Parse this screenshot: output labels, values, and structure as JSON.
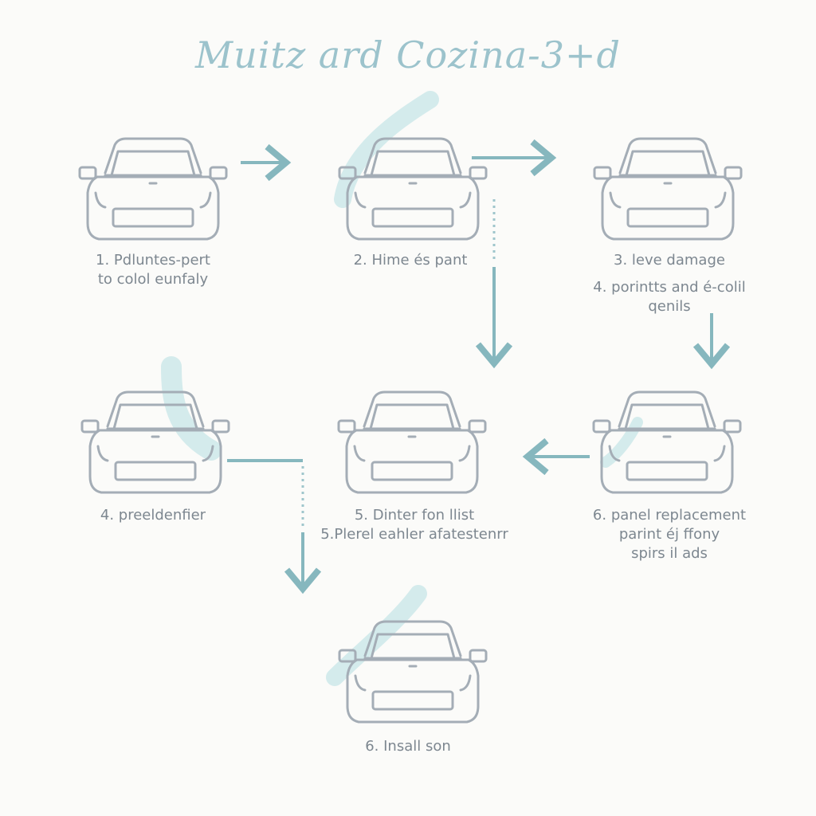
{
  "title": "Muitz ard Cozina-3+d",
  "steps": [
    {
      "line1": "1. Pdluntes-pert",
      "line2": "to colol eunfaly"
    },
    {
      "line1": "2. Hime és pant"
    },
    {
      "line1": "3. leve damage",
      "line2": "4. porintts and é-colil",
      "line3": "qenils"
    },
    {
      "line1": "4. preeldenfier"
    },
    {
      "line1": "5. Dinter fon llist",
      "line2": "5.Plerel eahler afatestenrr"
    },
    {
      "line1": "6. panel replacement",
      "line2": "parint éj ffony",
      "line3": "spirs il ads"
    },
    {
      "line1": "6. Insall son"
    }
  ],
  "colors": {
    "car_outline": "#a4adb6",
    "arrow": "#86b7be",
    "highlight": "#cfe9ea",
    "title": "#9cc3cc",
    "label": "#7d8790"
  }
}
